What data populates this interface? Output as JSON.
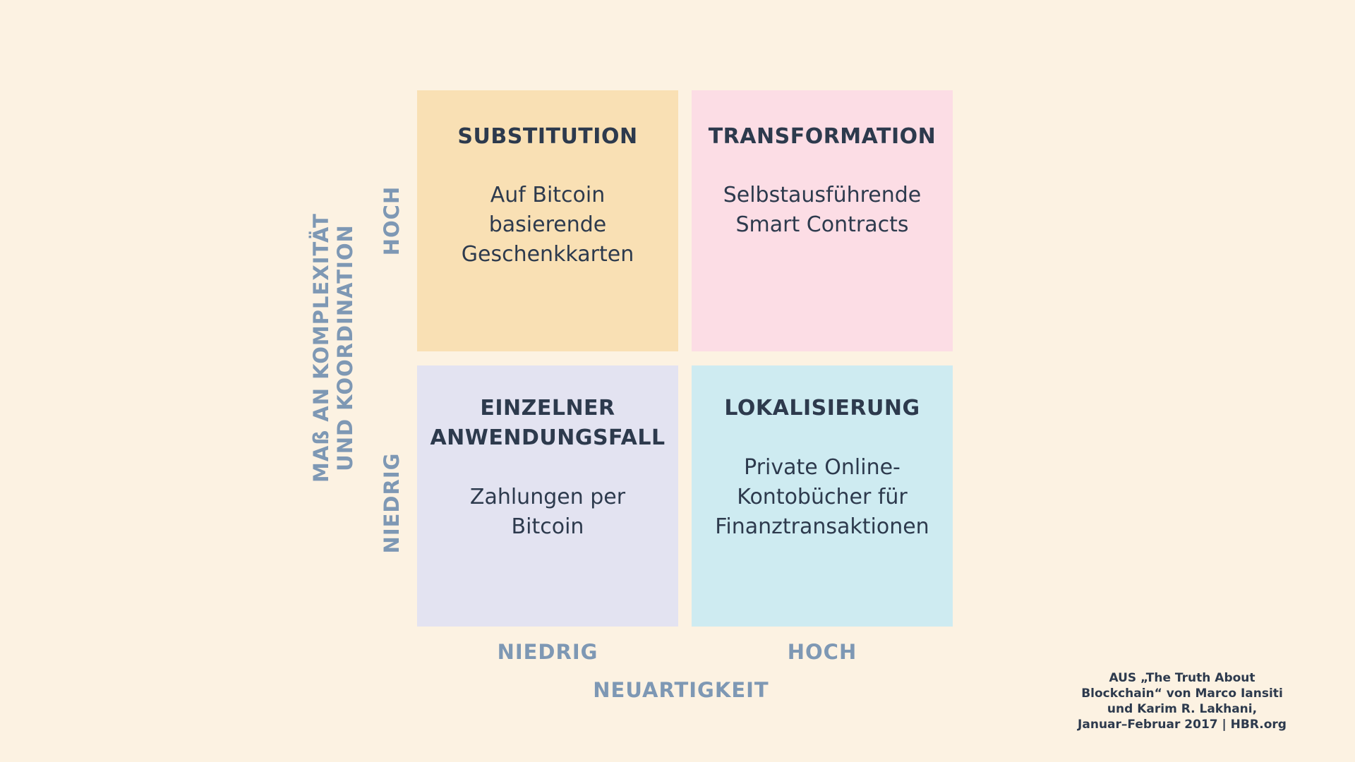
{
  "quadrants": {
    "top_left": {
      "title": "SUBSTITUTION",
      "description": "Auf Bitcoin\nbasierende\nGeschenkkarten",
      "color": "#f9e0b4"
    },
    "top_right": {
      "title": "TRANSFORMATION",
      "description": "Selbstausführende\nSmart Contracts",
      "color": "#fcdde5"
    },
    "bottom_left": {
      "title": "EINZELNER\nANWENDUNGSFALL",
      "description": "Zahlungen per\nBitcoin",
      "color": "#e3e3f1"
    },
    "bottom_right": {
      "title": "LOKALISIERUNG",
      "description": "Private Online-\nKontobücher für\nFinanztransaktionen",
      "color": "#ceebf1"
    }
  },
  "x_axis": {
    "title": "NEUARTIGKEIT",
    "low": "NIEDRIG",
    "high": "HOCH"
  },
  "y_axis": {
    "title": "MAß AN KOMPLEXITÄT\nUND KOORDINATION",
    "low": "NIEDRIG",
    "high": "HOCH"
  },
  "source": "AUS „The Truth About\nBlockchain“ von Marco Iansiti\nund Karim R. Lakhani,\nJanuar–Februar 2017 | HBR.org",
  "colors": {
    "background": "#fcf2e2",
    "axis_text": "#7e98b4",
    "body_text": "#2d3a4d"
  }
}
